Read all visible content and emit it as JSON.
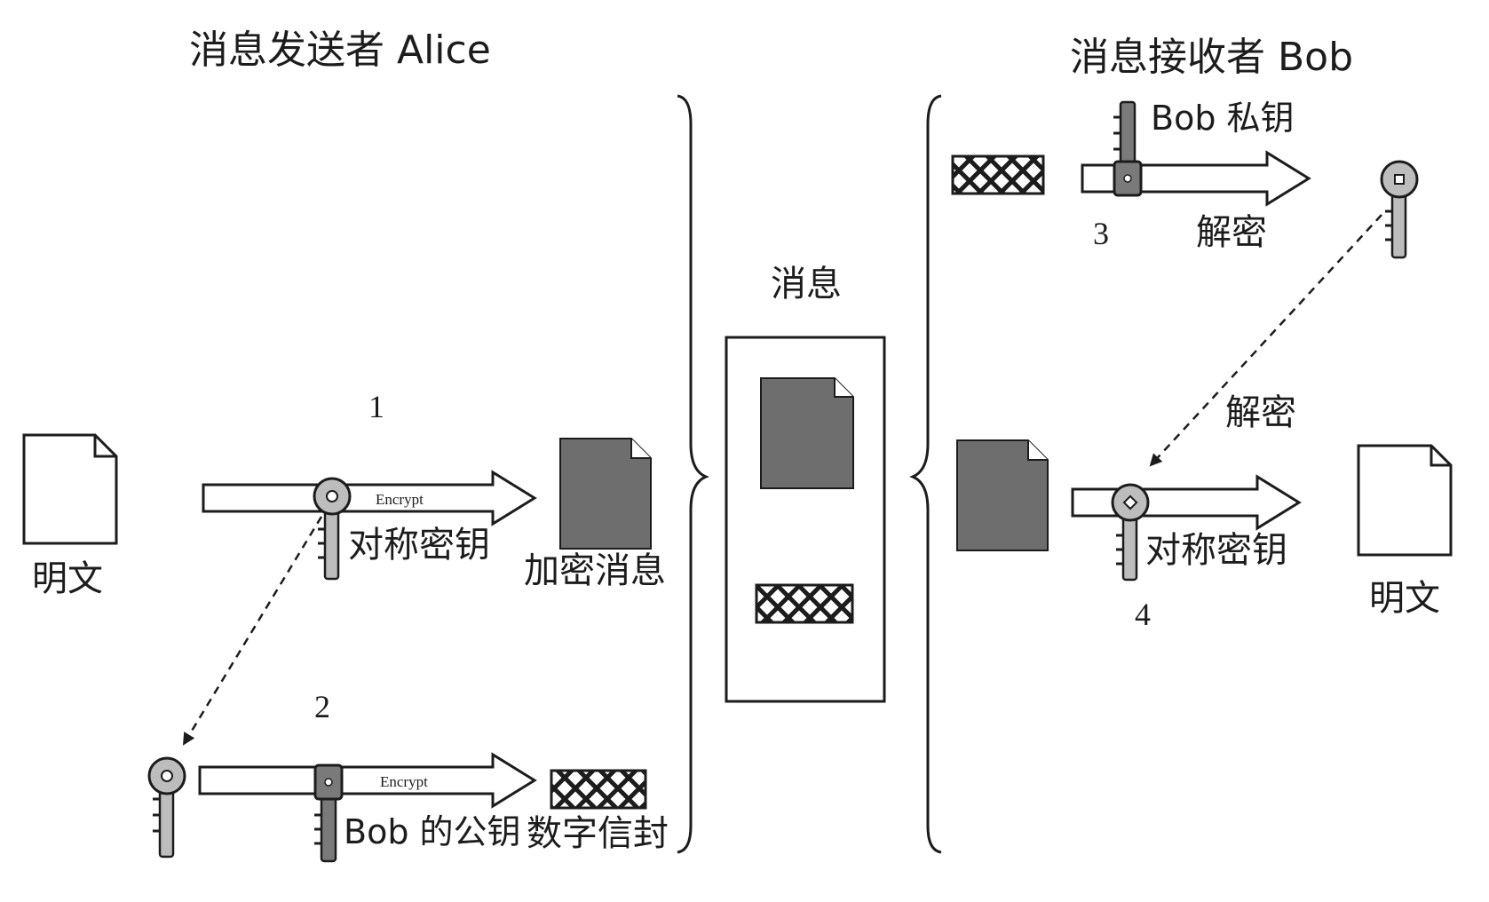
{
  "sender": {
    "title": "消息发送者 Alice"
  },
  "receiver": {
    "title": "消息接收者 Bob"
  },
  "message": {
    "label": "消息"
  },
  "step1": {
    "number": "1",
    "plaintext_label": "明文",
    "arrow_text": "Encrypt",
    "key_label": "对称密钥",
    "output_label": "加密消息"
  },
  "step2": {
    "number": "2",
    "arrow_text": "Encrypt",
    "key_label": "Bob 的公钥",
    "output_label": "数字信封"
  },
  "step3": {
    "number": "3",
    "key_label": "Bob 私钥",
    "action_label": "解密"
  },
  "step4": {
    "number": "4",
    "diagonal_label": "解密",
    "key_label": "对称密钥",
    "plaintext_label": "明文"
  },
  "colors": {
    "line": "#1c1c1c",
    "document_fill": "#6e6e6e",
    "key_fill": "#bdbdbd",
    "lock_fill": "#7a7a7a"
  },
  "icons": [
    "document-icon",
    "encrypted-document-icon",
    "digital-envelope-icon",
    "key-icon",
    "lock-key-icon",
    "encrypt-arrow-icon",
    "dashed-arrow-icon",
    "curly-brace-icon"
  ]
}
